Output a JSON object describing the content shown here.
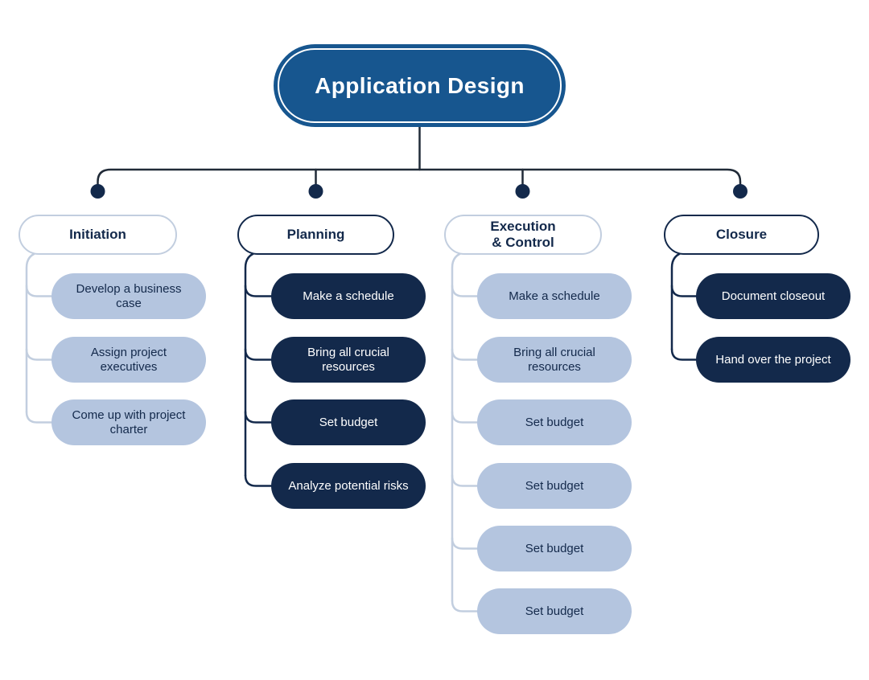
{
  "palette": {
    "title_fill": "#17568F",
    "dark_navy": "#13294B",
    "light_blue": "#B4C5DF",
    "light_border": "#C2CEDF",
    "line_dark": "#212B38",
    "text_dark": "#13294B"
  },
  "title": {
    "label": "Application Design"
  },
  "columns": [
    {
      "header": "Initiation",
      "style": "light",
      "children": [
        "Develop a business case",
        "Assign project executives",
        "Come up with project charter"
      ]
    },
    {
      "header": "Planning",
      "style": "dark",
      "children": [
        "Make a schedule",
        "Bring all crucial resources",
        "Set budget",
        "Analyze potential risks"
      ]
    },
    {
      "header": "Execution\n& Control",
      "style": "light",
      "children": [
        "Make a schedule",
        "Bring all crucial resources",
        "Set budget",
        "Set budget",
        "Set budget",
        "Set budget"
      ]
    },
    {
      "header": "Closure",
      "style": "dark",
      "children": [
        "Document closeout",
        "Hand over the project"
      ]
    }
  ]
}
